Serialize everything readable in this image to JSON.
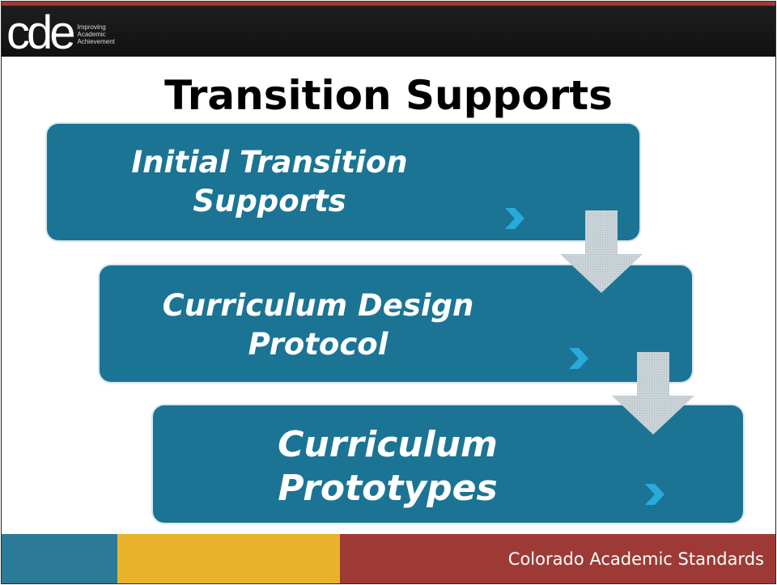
{
  "header": {
    "logo_mark": "cde",
    "tagline": [
      "Improving",
      "Academic",
      "Achievement"
    ]
  },
  "title": "Transition Supports",
  "steps": [
    {
      "line1": "Initial Transition",
      "line2": "Supports"
    },
    {
      "line1": "Curriculum Design",
      "line2": "Protocol"
    },
    {
      "line1": "Curriculum",
      "line2": "Prototypes"
    }
  ],
  "icons": {
    "step_chevron": "chevron-right-icon",
    "flow_arrow": "arrow-down-icon"
  },
  "colors": {
    "step_fill": "#1b7494",
    "chevron": "#2aa9dd",
    "flow_arrow": "#c9d3d8",
    "footer_blue": "#2a7a98",
    "footer_gold": "#e9b22b",
    "footer_red": "#9e3a36",
    "header_bg": "#1a1a1a"
  },
  "footer": {
    "text": "Colorado Academic Standards"
  }
}
